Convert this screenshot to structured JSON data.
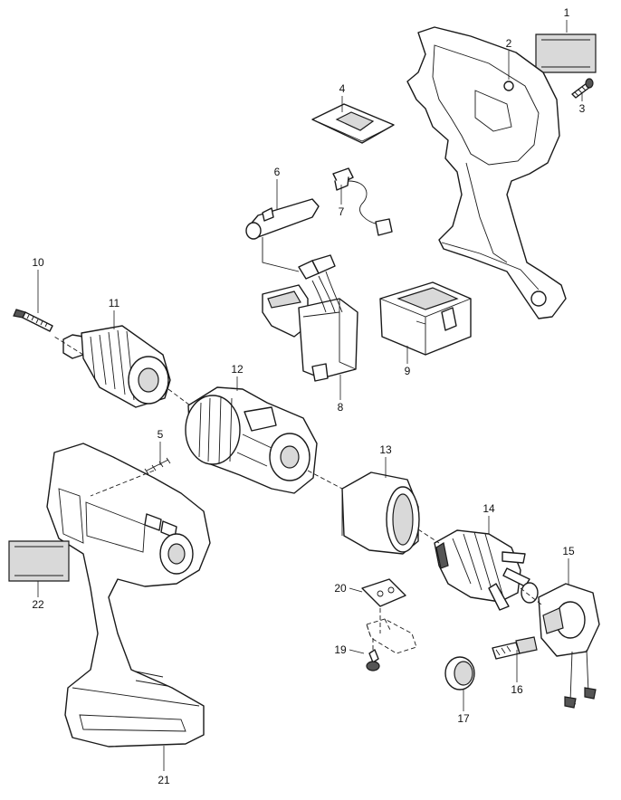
{
  "callouts": [
    "1",
    "2",
    "3",
    "4",
    "5",
    "6",
    "7",
    "8",
    "9",
    "10",
    "11",
    "12",
    "13",
    "14",
    "15",
    "16",
    "17",
    "19",
    "20",
    "21",
    "22"
  ]
}
